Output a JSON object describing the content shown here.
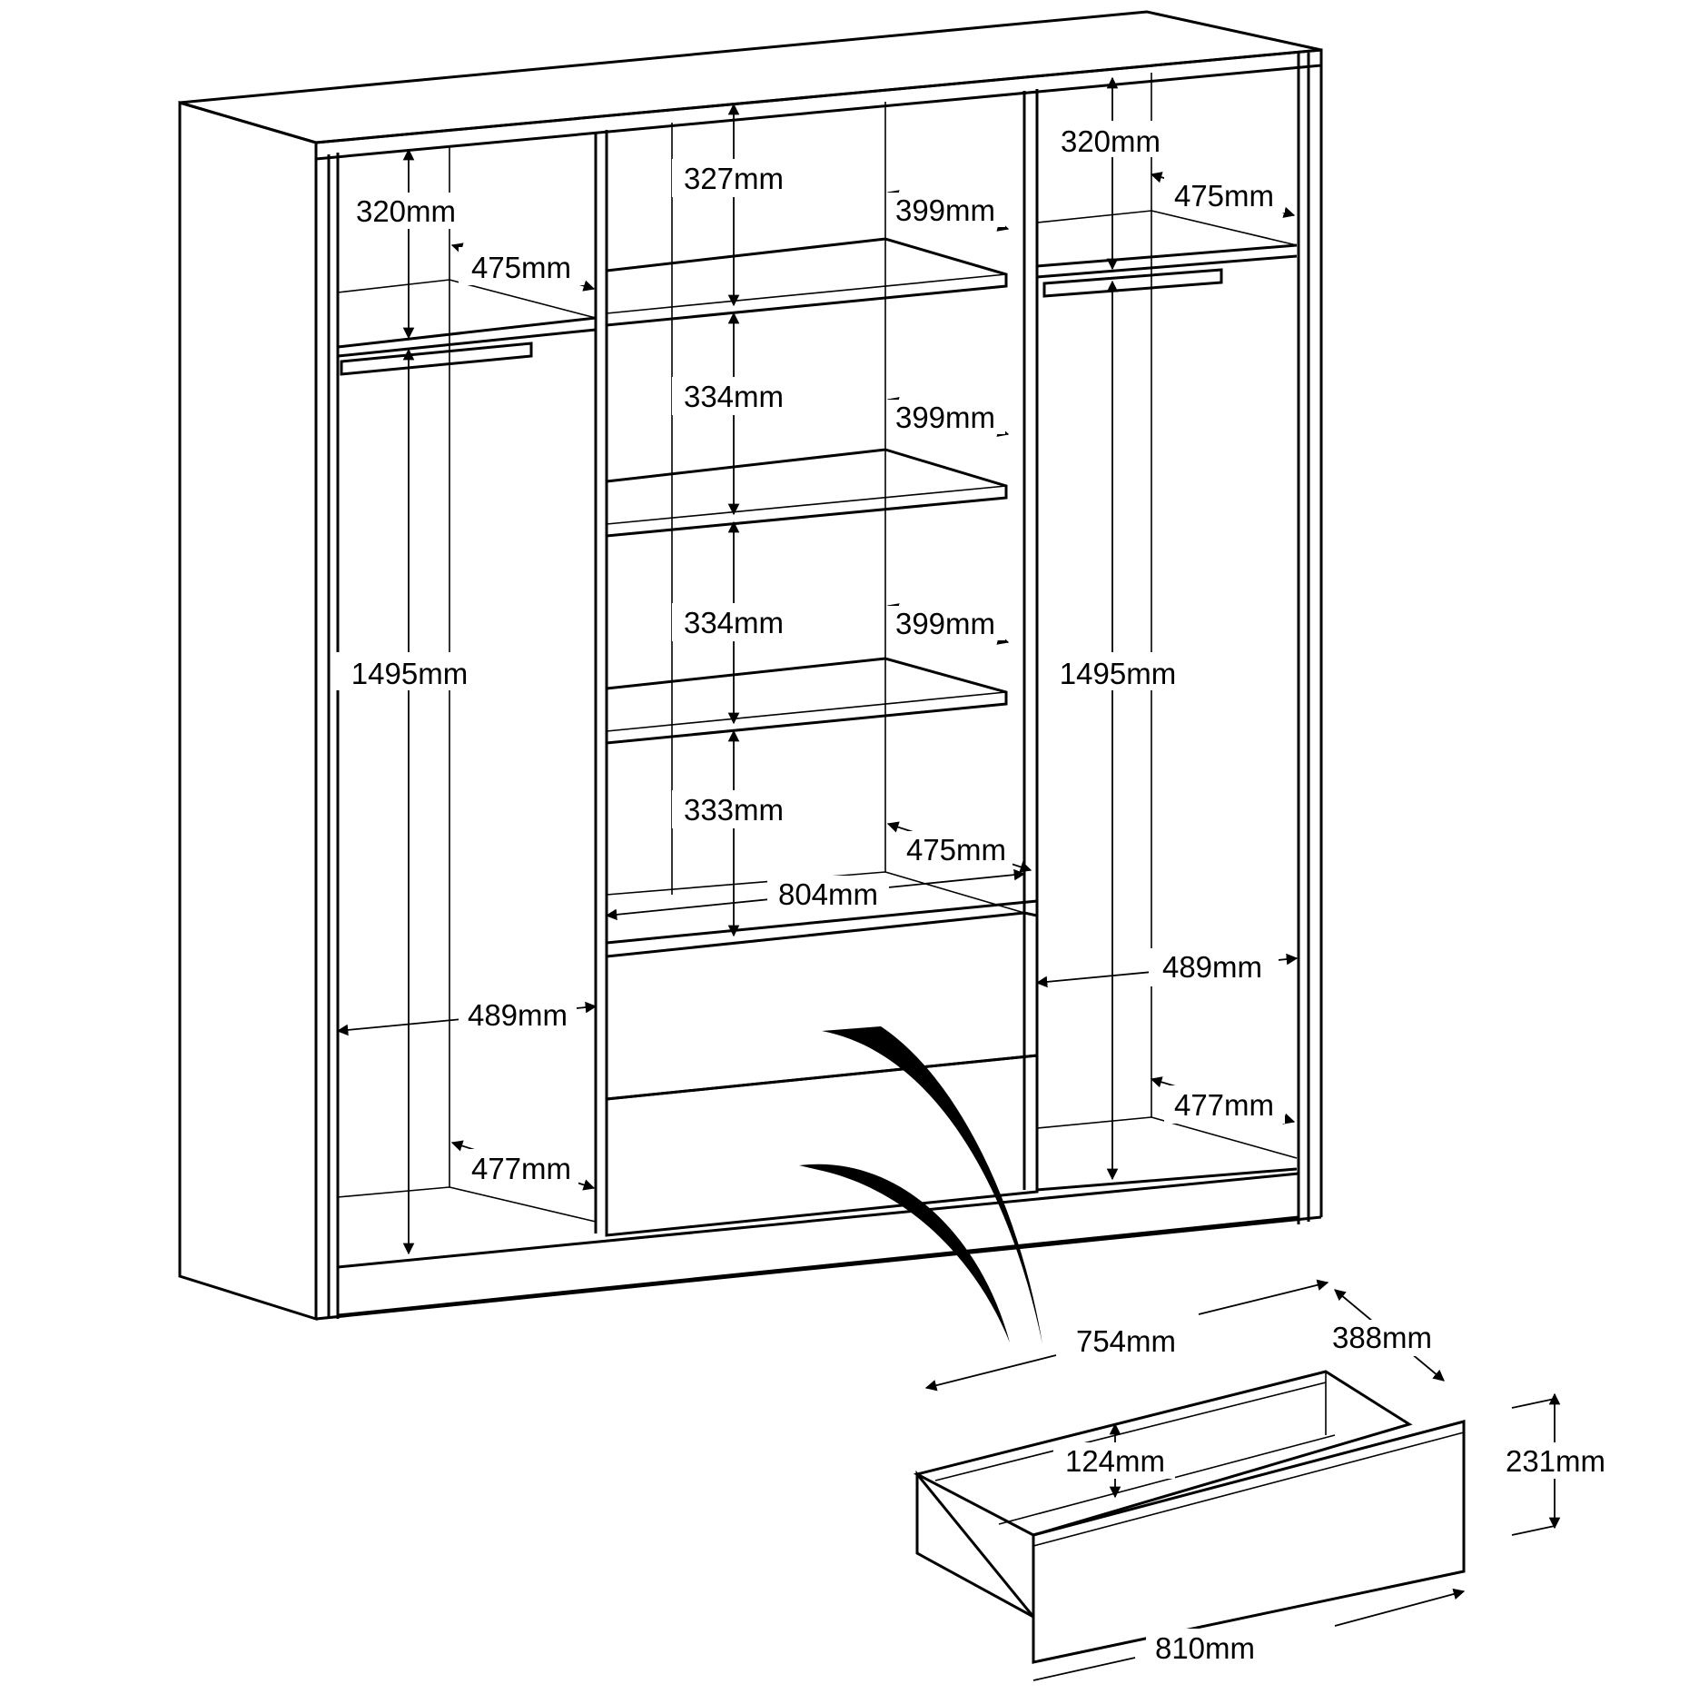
{
  "wardrobe": {
    "left": {
      "top_height": "320mm",
      "top_depth": "475mm",
      "hanging_height": "1495mm",
      "bottom_width": "489mm",
      "bottom_depth": "477mm"
    },
    "middle": {
      "shelf_gap_1": "327mm",
      "shelf_gap_2": "334mm",
      "shelf_gap_3": "334mm",
      "shelf_gap_4": "333mm",
      "shelf_depth_1": "399mm",
      "shelf_depth_2": "399mm",
      "shelf_depth_3": "399mm",
      "base_depth": "475mm",
      "inner_width": "804mm"
    },
    "right": {
      "top_height": "320mm",
      "top_depth": "475mm",
      "hanging_height": "1495mm",
      "bottom_width": "489mm",
      "bottom_depth": "477mm"
    }
  },
  "drawer": {
    "inner_width": "754mm",
    "depth": "388mm",
    "inner_height": "124mm",
    "front_height": "231mm",
    "front_width": "810mm"
  }
}
